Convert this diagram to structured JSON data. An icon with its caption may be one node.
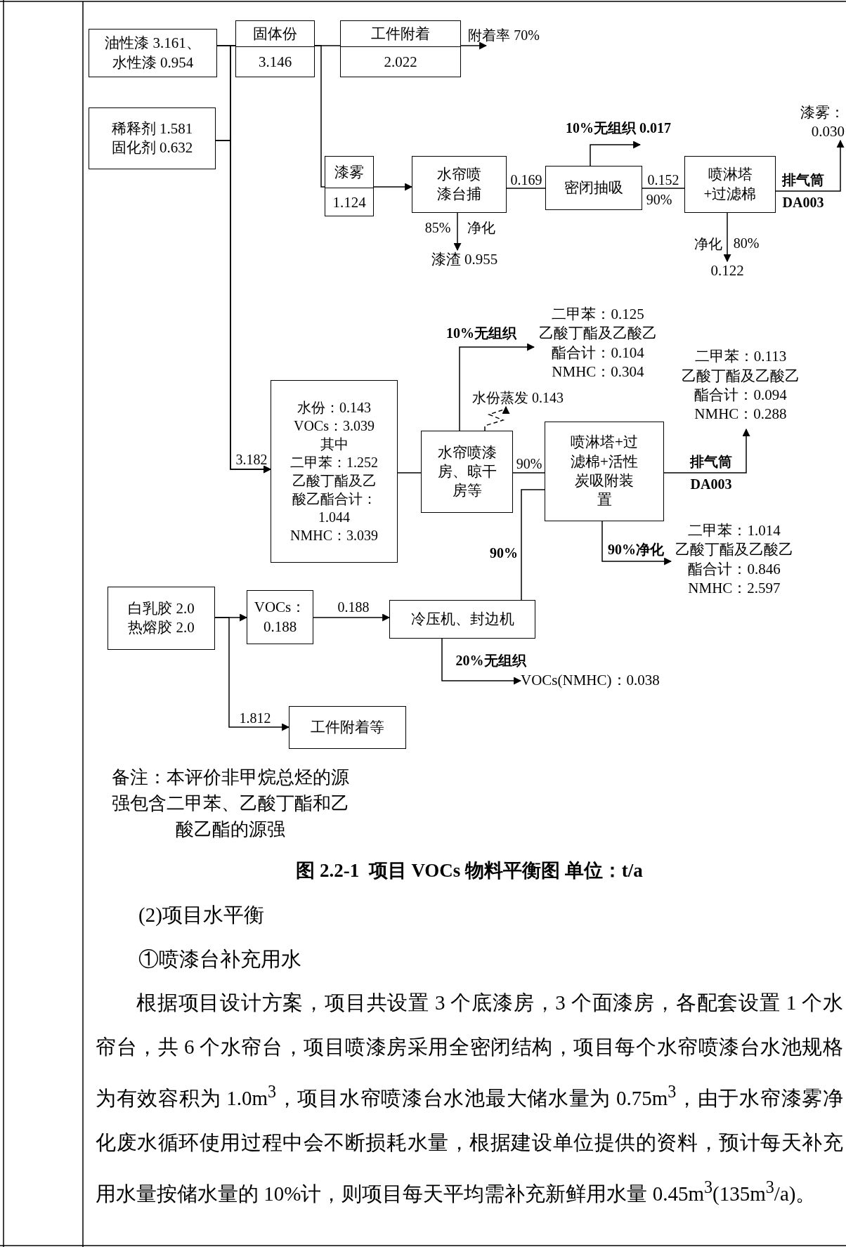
{
  "diagram": {
    "caption": "图 2.2-1  项目 VOCs 物料平衡图 单位：t/a",
    "nodes": [
      {
        "text": [
          "油性漆 3.161、水性漆 0.954"
        ]
      },
      {
        "text": [
          "固体份",
          "3.146"
        ]
      },
      {
        "text": [
          "工件附着",
          "2.022"
        ]
      },
      {
        "text": [
          "稀释剂 1.581 固化剂 0.632"
        ]
      },
      {
        "text": [
          "漆雾",
          "1.124"
        ]
      },
      {
        "text": [
          "水帘喷漆台捕"
        ]
      },
      {
        "text": [
          "漆渣 0.955"
        ]
      },
      {
        "text": [
          "密闭抽吸"
        ]
      },
      {
        "text": [
          "喷淋塔+过滤棉"
        ]
      },
      {
        "text": [
          "漆雾：0.030"
        ]
      },
      {
        "text": [
          "0.122"
        ]
      },
      {
        "text": [
          "二甲苯：0.125",
          "乙酸丁酯及乙酸乙酯合计：0.104",
          "NMHC：0.304"
        ]
      },
      {
        "text": [
          "水份：0.143",
          "VOCs：3.039",
          "其中",
          "二甲苯：1.252",
          "乙酸丁酯及乙酸乙酯合计：1.044",
          "NMHC：3.039"
        ]
      },
      {
        "text": [
          "水份蒸发 0.143"
        ]
      },
      {
        "text": [
          "水帘喷漆房、晾干房等"
        ]
      },
      {
        "text": [
          "喷淋塔+过滤棉+活性炭吸附装置"
        ]
      },
      {
        "text": [
          "二甲苯：0.113",
          "乙酸丁酯及乙酸乙酯合计：0.094",
          "NMHC：0.288"
        ]
      },
      {
        "text": [
          "二甲苯：1.014",
          "乙酸丁酯及乙酸乙酯合计：0.846",
          "NMHC：2.597"
        ]
      },
      {
        "text": [
          "白乳胶 2.0 热熔胶 2.0"
        ]
      },
      {
        "text": [
          "VOCs：0.188"
        ]
      },
      {
        "text": [
          "冷压机、封边机"
        ]
      },
      {
        "text": [
          "VOCs(NMHC)：0.038"
        ]
      },
      {
        "text": [
          "工件附着等"
        ]
      }
    ],
    "edges": [
      {
        "from": 0,
        "to": 1,
        "arrow": "none"
      },
      {
        "from": 1,
        "to": 2,
        "arrow": "none"
      },
      {
        "from": 2,
        "to": null,
        "arrow": "to",
        "label": "附着率 70%"
      },
      {
        "from": 1,
        "to": 4,
        "arrow": "none"
      },
      {
        "from": 4,
        "to": 5,
        "arrow": "to"
      },
      {
        "from": 0,
        "to": 12,
        "arrow": "to",
        "label": "3.182"
      },
      {
        "from": 3,
        "to": 1,
        "arrow": "none"
      },
      {
        "from": 3,
        "to": 12,
        "arrow": "to"
      },
      {
        "from": 5,
        "to": 7,
        "arrow": "none",
        "label": "0.169"
      },
      {
        "from": 5,
        "to": 6,
        "arrow": "to",
        "label": "85%"
      },
      {
        "from": 7,
        "to": null,
        "arrow": "to",
        "label": "10%无组织 0.017"
      },
      {
        "from": 7,
        "to": 8,
        "arrow": "none",
        "label": "0.152"
      },
      {
        "from": 8,
        "to": 9,
        "arrow": "to",
        "label": "排气筒 DA003"
      },
      {
        "from": 8,
        "to": 10,
        "arrow": "to",
        "label": "80%"
      },
      {
        "from": 12,
        "to": 14,
        "arrow": "none"
      },
      {
        "from": 14,
        "to": 11,
        "arrow": "to",
        "label": "10%无组织"
      },
      {
        "from": 14,
        "to": 13,
        "arrow": "to",
        "style": "dashed"
      },
      {
        "from": 14,
        "to": 15,
        "arrow": "none",
        "label": "90%"
      },
      {
        "from": 15,
        "to": 16,
        "arrow": "to",
        "label": "排气筒 DA003"
      },
      {
        "from": 15,
        "to": 17,
        "arrow": "to",
        "label": "90%净化"
      },
      {
        "from": 20,
        "to": 15,
        "arrow": "none",
        "label": "90%"
      },
      {
        "from": 18,
        "to": 19,
        "arrow": "to"
      },
      {
        "from": 19,
        "to": 20,
        "arrow": "to",
        "label": "0.188"
      },
      {
        "from": 18,
        "to": 22,
        "arrow": "to",
        "label": "1.812"
      },
      {
        "from": 20,
        "to": 21,
        "arrow": "to",
        "label": "20%无组织"
      }
    ],
    "labels": [
      "净化",
      "90%",
      "净化",
      "备注：本评价非甲烷总烃的源强包含二甲苯、乙酸丁酯和乙酸乙酯的源强",
      "(2)项目水平衡",
      "①喷漆台补充用水",
      "根据项目设计方案，项目共设置 3 个底漆房，3 个面漆房，各配套设置 1 个水帘台，共 6 个水帘台，项目喷漆房采用全密闭结构，项目每个水帘喷漆台水池规格为有效容积为 1.0m$^{3}$，项目水帘喷漆台水池最大储水量为 0.75m$^{3}$，由于水帘漆雾净化废水循环使用过程中会不断损耗水量，根据建设单位提供的资料，预计每天补充用水量按储水量的 10%计，则项目每天平均需补充新鲜用水量 0.45m$^{3}$(135m$^{3}$/a)。"
    ]
  }
}
